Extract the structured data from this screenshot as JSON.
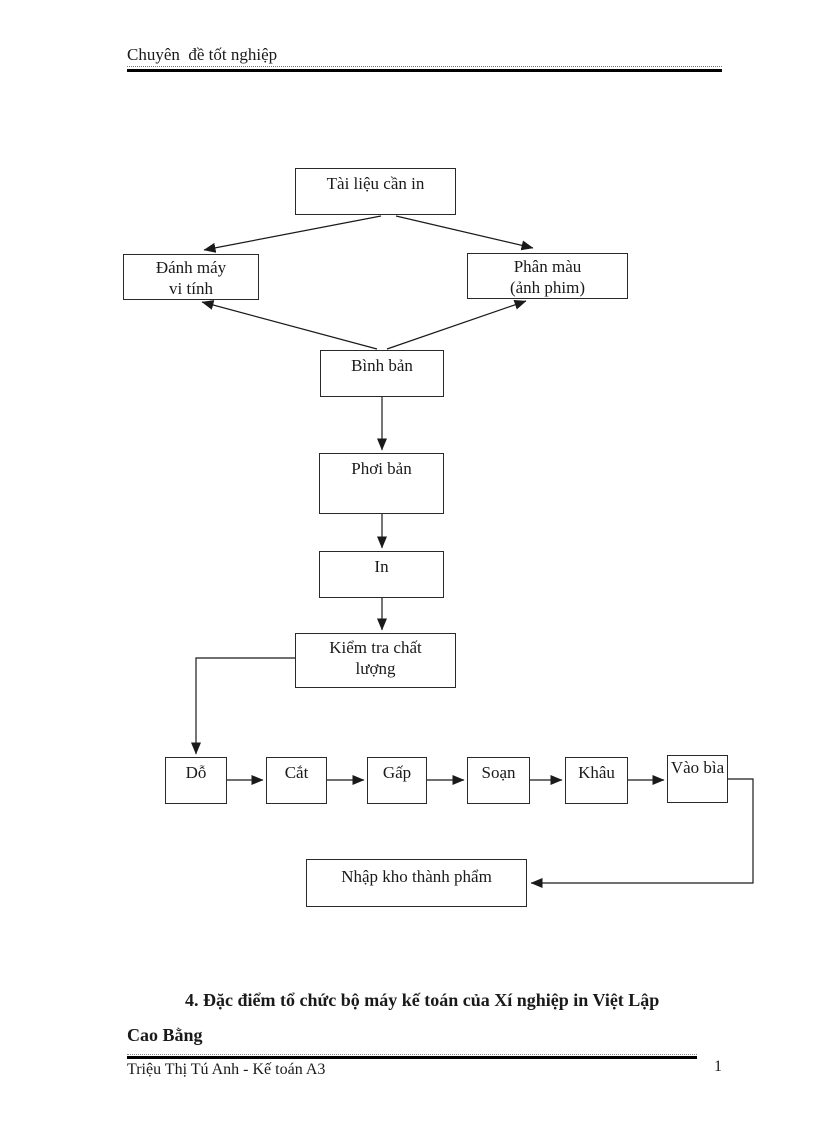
{
  "colors": {
    "ink": "#1a1a1a",
    "rule": "#000000",
    "background": "#ffffff"
  },
  "page": {
    "header": {
      "title": "Chuyên  đề tốt nghiệp"
    },
    "heading": {
      "line1": "4. Đặc điểm tổ chức bộ máy kế toán của Xí nghiệp in Việt Lập",
      "line2": "Cao Bằng"
    },
    "footer": {
      "author": "Triệu Thị Tú Anh  - Kế toán A3",
      "page_number": "1"
    }
  },
  "flowchart": {
    "nodes": {
      "tai_lieu": {
        "lines": [
          "Tài liệu  cần in"
        ]
      },
      "danh_may": {
        "lines": [
          "Đánh máy",
          "vi tính"
        ]
      },
      "phan_mau": {
        "lines": [
          "Phân màu",
          "(ảnh phim)"
        ]
      },
      "binh_ban": {
        "lines": [
          "Bình bản"
        ]
      },
      "phoi_ban": {
        "lines": [
          "Phơi bản"
        ]
      },
      "in": {
        "lines": [
          "In"
        ]
      },
      "kiem_tra": {
        "lines": [
          "Kiểm tra chất",
          "lượng"
        ]
      },
      "do": {
        "lines": [
          "Dỗ"
        ]
      },
      "cat": {
        "lines": [
          "Cắt"
        ]
      },
      "gap": {
        "lines": [
          "Gấp"
        ]
      },
      "soan": {
        "lines": [
          "Soạn"
        ]
      },
      "khau": {
        "lines": [
          "Khâu"
        ]
      },
      "vao_bia": {
        "lines": [
          "Vào bìa"
        ]
      },
      "nhap_kho": {
        "lines": [
          "Nhập kho thành phẩm"
        ]
      }
    },
    "edges": [
      {
        "from": "tai_lieu",
        "to": "danh_may"
      },
      {
        "from": "tai_lieu",
        "to": "phan_mau"
      },
      {
        "from": "binh_ban",
        "to": "danh_may",
        "note": "arrowhead rendered at danh_may"
      },
      {
        "from": "binh_ban",
        "to": "phan_mau",
        "note": "arrowhead rendered at phan_mau"
      },
      {
        "from": "binh_ban",
        "to": "phoi_ban"
      },
      {
        "from": "phoi_ban",
        "to": "in"
      },
      {
        "from": "in",
        "to": "kiem_tra"
      },
      {
        "from": "kiem_tra",
        "to": "do"
      },
      {
        "from": "do",
        "to": "cat"
      },
      {
        "from": "cat",
        "to": "gap"
      },
      {
        "from": "gap",
        "to": "soan"
      },
      {
        "from": "soan",
        "to": "khau"
      },
      {
        "from": "khau",
        "to": "vao_bia"
      },
      {
        "from": "vao_bia",
        "to": "nhap_kho"
      }
    ]
  }
}
